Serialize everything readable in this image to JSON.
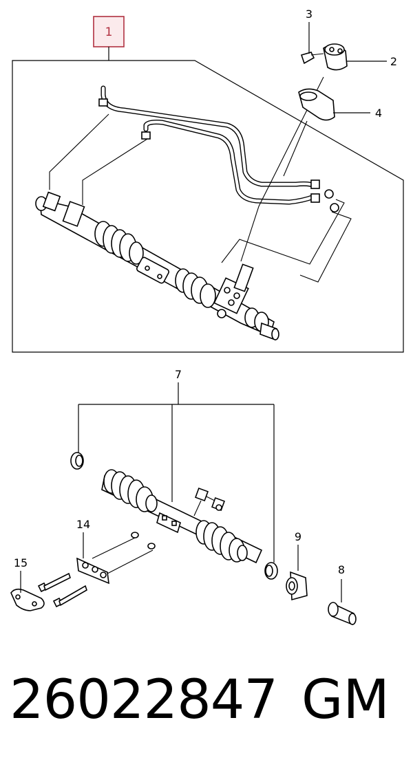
{
  "diagram": {
    "callouts": {
      "c1": "1",
      "c2": "2",
      "c3": "3",
      "c4": "4",
      "c7": "7",
      "c8": "8",
      "c9": "9",
      "c14": "14",
      "c15": "15"
    },
    "highlight_color": "#b03040"
  },
  "footer": {
    "part_number": "26022847",
    "brand": "GM"
  }
}
